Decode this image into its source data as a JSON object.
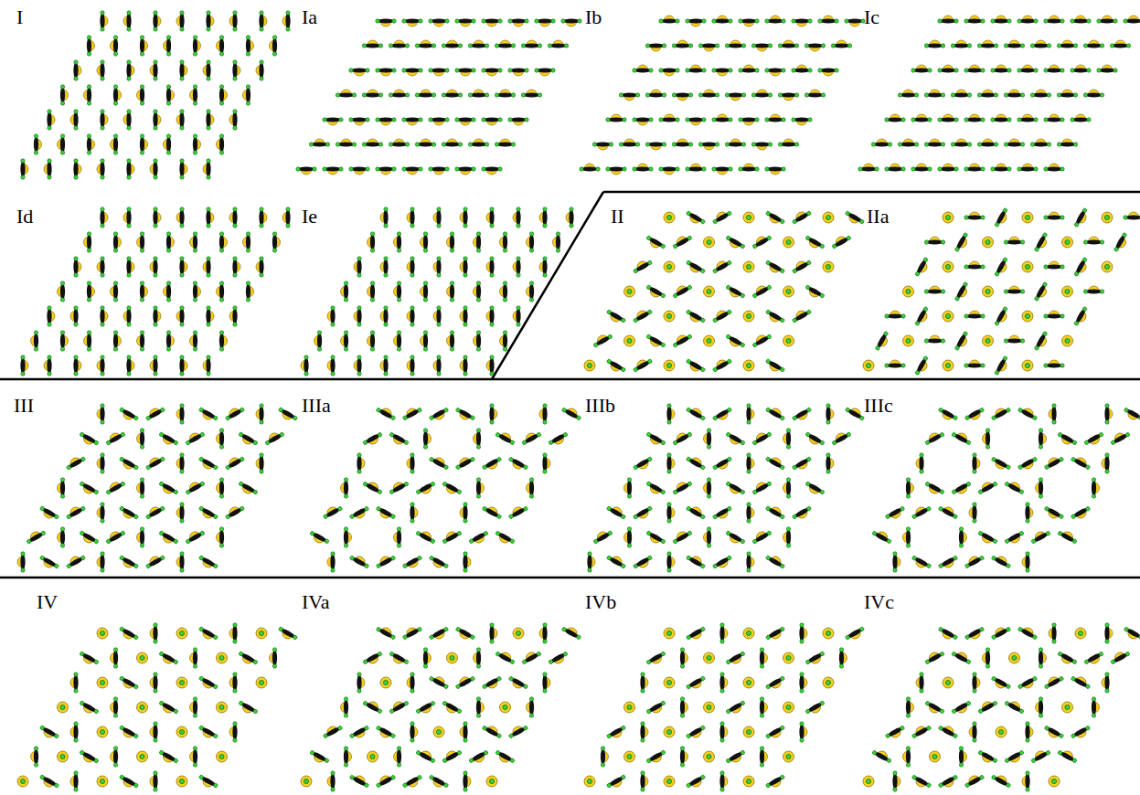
{
  "diagram": {
    "labels": [
      "I",
      "Ia",
      "Ib",
      "Ic",
      "Id",
      "Ie",
      "II",
      "IIa",
      "III",
      "IIIa",
      "IIIb",
      "IIIc",
      "IV",
      "IVa",
      "IVb",
      "IVc"
    ]
  }
}
